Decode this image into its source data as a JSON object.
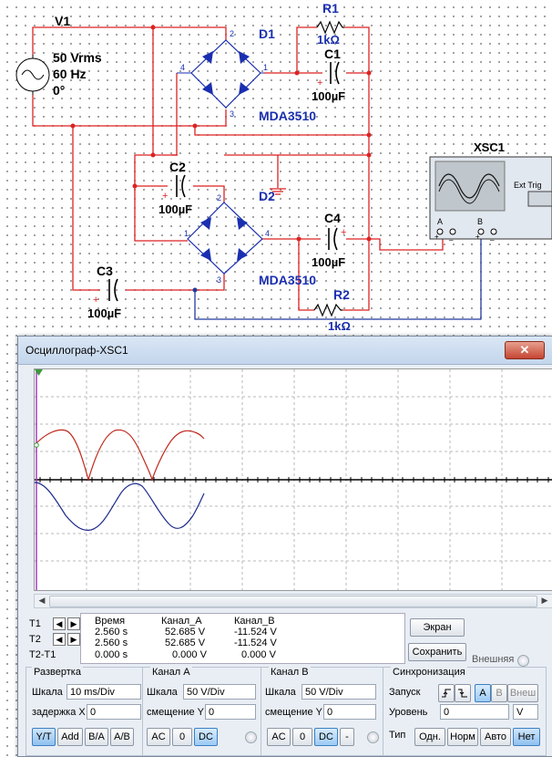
{
  "schematic": {
    "v1": {
      "name": "V1",
      "voltage": "50 Vrms",
      "freq": "60 Hz",
      "phase": "0°"
    },
    "d1": {
      "name": "D1",
      "model": "MDA3510",
      "pin2": "2",
      "pin4": "4",
      "pin1": "1",
      "pin3": "3"
    },
    "d2": {
      "name": "D2",
      "model": "MDA3510",
      "pin2": "2",
      "pin1": "1",
      "pin4": "4",
      "pin3": "3"
    },
    "r1": {
      "name": "R1",
      "value": "1kΩ"
    },
    "r2": {
      "name": "R2",
      "value": "1kΩ"
    },
    "c1": {
      "name": "C1",
      "value": "100µF"
    },
    "c2": {
      "name": "C2",
      "value": "100µF"
    },
    "c3": {
      "name": "C3",
      "value": "100µF"
    },
    "c4": {
      "name": "C4",
      "value": "100µF"
    },
    "xsc1": {
      "name": "XSC1",
      "ext_trig": "Ext Trig",
      "ch_a": "A",
      "ch_b": "B",
      "plus": "+",
      "minus": "_"
    },
    "plus_sign": "+"
  },
  "window": {
    "title": "Осциллограф-XSC1",
    "close": "✕"
  },
  "measurements": {
    "labels": {
      "t1": "T1",
      "t2": "T2",
      "t2t1": "T2-T1"
    },
    "headers": {
      "time": "Время",
      "ch_a": "Канал_A",
      "ch_b": "Канал_B"
    },
    "rows": [
      {
        "time": "2.560 s",
        "ch_a": "52.685 V",
        "ch_b": "-11.524 V"
      },
      {
        "time": "2.560 s",
        "ch_a": "52.685 V",
        "ch_b": "-11.524 V"
      },
      {
        "time": "0.000 s",
        "ch_a": "0.000 V",
        "ch_b": "0.000 V"
      }
    ]
  },
  "buttons": {
    "screen": "Экран",
    "save": "Сохранить",
    "external": "Внешняя"
  },
  "timebase": {
    "title": "Развертка",
    "scale_label": "Шкала",
    "scale_value": "10 ms/Div",
    "delay_label": "задержка X",
    "delay_value": "0",
    "modes": [
      "Y/T",
      "Add",
      "B/A",
      "A/B"
    ]
  },
  "channel_a": {
    "title": "Канал A",
    "scale_label": "Шкала",
    "scale_value": "50  V/Div",
    "offset_label": "смещение Y",
    "offset_value": "0",
    "coupling": [
      "AC",
      "0",
      "DC"
    ]
  },
  "channel_b": {
    "title": "Канал B",
    "scale_label": "Шкала",
    "scale_value": "50  V/Div",
    "offset_label": "смещение Y",
    "offset_value": "0",
    "coupling": [
      "AC",
      "0",
      "DC",
      "-"
    ]
  },
  "trigger": {
    "title": "Синхронизация",
    "edge_label": "Запуск",
    "edge_buttons": [
      "A",
      "B",
      "Внеш"
    ],
    "level_label": "Уровень",
    "level_value": "0",
    "level_unit": "V",
    "type_label": "Тип",
    "types": [
      "Одн.",
      "Норм",
      "Авто",
      "Нет"
    ]
  },
  "colors": {
    "channel_a": "#c0281c",
    "channel_b": "#1c2a8c",
    "wire_red": "#d22",
    "wire_blue": "#223a9a",
    "component_blue": "#1a2fb0"
  }
}
